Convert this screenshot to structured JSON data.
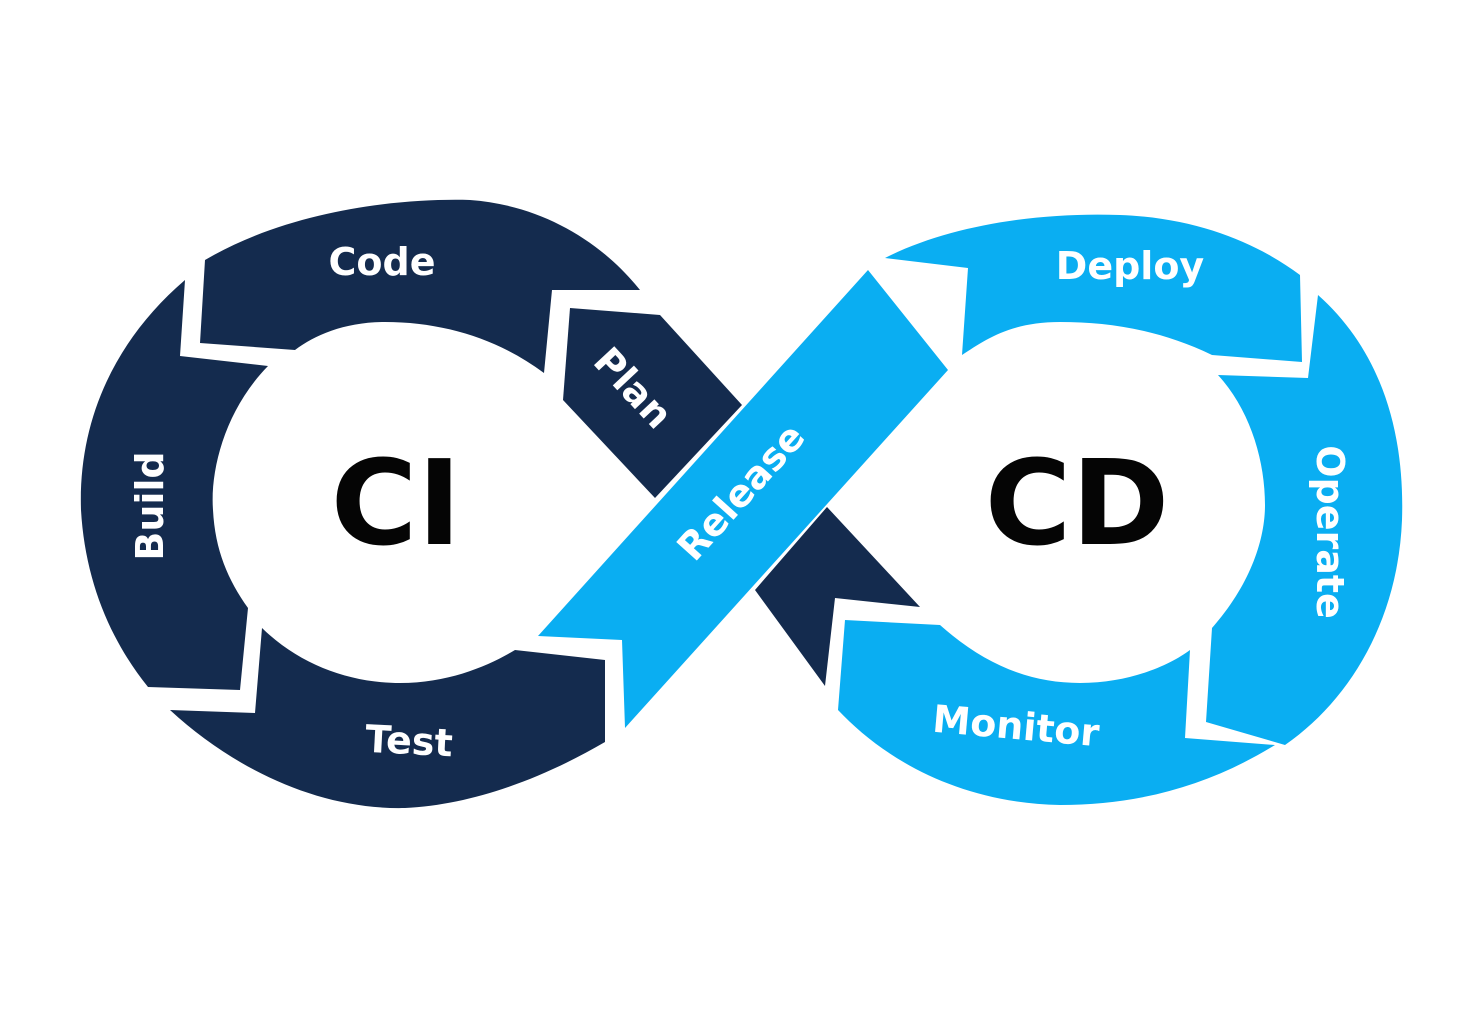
{
  "colors": {
    "ci_navy": "#142b4e",
    "cd_blue": "#0aaef2",
    "background": "#ffffff",
    "hub_text": "#050505",
    "stage_text": "#ffffff"
  },
  "hubs": {
    "ci": "CI",
    "cd": "CD"
  },
  "stages": {
    "code": "Code",
    "plan": "Plan",
    "build": "Build",
    "test": "Test",
    "release": "Release",
    "deploy": "Deploy",
    "operate": "Operate",
    "monitor": "Monitor"
  }
}
